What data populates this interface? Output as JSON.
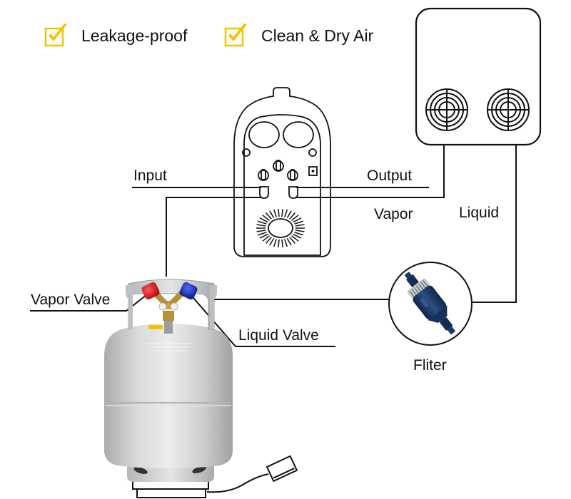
{
  "features": [
    {
      "icon": "checkmark-icon",
      "label": "Leakage-proof"
    },
    {
      "icon": "checkmark-icon",
      "label": "Clean & Dry Air"
    }
  ],
  "labels": {
    "input": "Input",
    "output": "Output",
    "vapor": "Vapor",
    "liquid": "Liquid",
    "vapor_valve": "Vapor Valve",
    "liquid_valve": "Liquid Valve",
    "filter": "Fliter"
  },
  "components": {
    "condenser_unit": "condenser-unit",
    "recovery_machine": "recovery-machine",
    "recovery_tank": "recovery-tank",
    "filter_drier": "filter-drier",
    "scale": "scale"
  },
  "colors": {
    "check_yellow": "#f5c400",
    "line": "#111111",
    "vapor_cap_red": "#d6111d",
    "liquid_cap_blue": "#1b2fa8",
    "tank_grey": "#c9cbcc",
    "filter_blue": "#1e3a66",
    "brass": "#b8903a"
  }
}
